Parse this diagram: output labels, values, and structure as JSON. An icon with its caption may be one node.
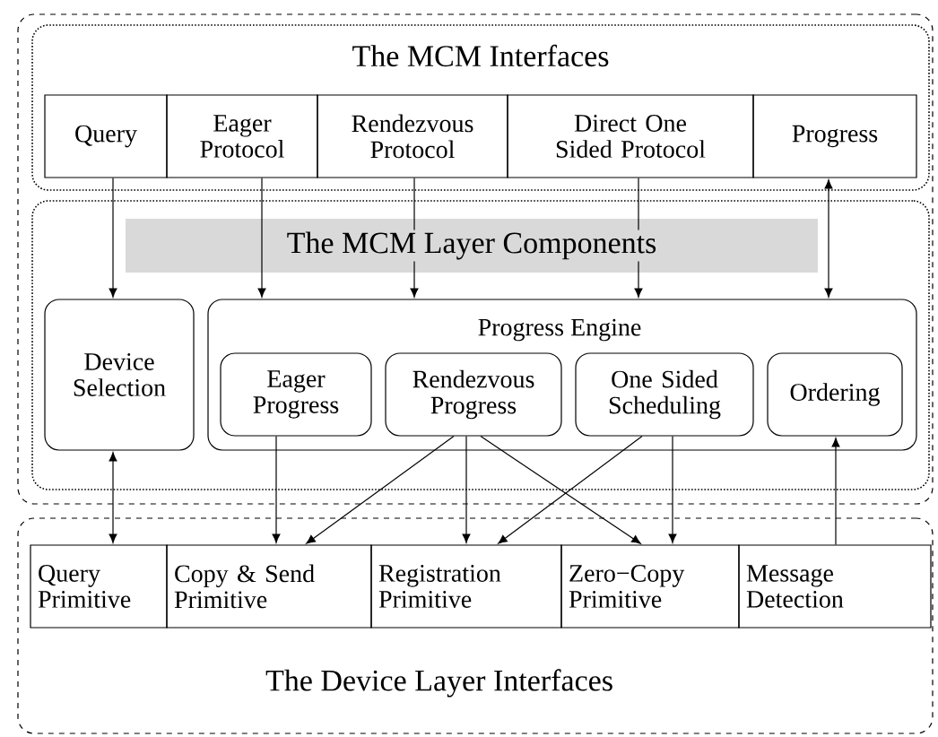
{
  "diagram": {
    "nodes": [
      {
        "text": [],
        "shape": "box"
      },
      {
        "text": [
          "The MCM Interfaces"
        ],
        "in": 0
      },
      {
        "text": [
          "Query"
        ],
        "in": 1
      },
      {
        "text": [
          "Eager Protocol"
        ],
        "in": 1
      },
      {
        "text": [
          "Rendezvous Protocol"
        ],
        "in": 1
      },
      {
        "text": [
          "Direct One Sided Protocol"
        ],
        "in": 1
      },
      {
        "text": [
          "Progress"
        ],
        "in": 1
      },
      {
        "text": [
          "The MCM Layer Components"
        ],
        "in": 0
      },
      {
        "text": [
          "Device Selection"
        ],
        "in": 7
      },
      {
        "text": [
          "Progress Engine"
        ],
        "in": 7
      },
      {
        "text": [
          "Eager Progress"
        ],
        "in": 9
      },
      {
        "text": [
          "Rendezvous Progress"
        ],
        "in": 9
      },
      {
        "text": [
          "One Sided Scheduling"
        ],
        "in": 9
      },
      {
        "text": [
          "Ordering"
        ],
        "in": 9
      },
      {
        "text": [
          "The Device Layer Interfaces"
        ]
      },
      {
        "text": [
          "Query Primitive"
        ],
        "in": 14
      },
      {
        "text": [
          "Copy & Send Primitive"
        ],
        "in": 14
      },
      {
        "text": [
          "Registration Primitive"
        ],
        "in": 14
      },
      {
        "text": [
          "Zero−Copy Primitive"
        ],
        "in": 14
      },
      {
        "text": [
          "Message Detection"
        ],
        "in": 14
      }
    ],
    "edges": [
      {
        "from": 2,
        "to": 8,
        "arrow": "to"
      },
      {
        "from": 3,
        "to": 9,
        "arrow": "to"
      },
      {
        "from": 4,
        "to": 9,
        "arrow": "to"
      },
      {
        "from": 5,
        "to": 9,
        "arrow": "to"
      },
      {
        "from": 6,
        "to": 9,
        "arrow": "both"
      },
      {
        "from": 8,
        "to": 15,
        "arrow": "both"
      },
      {
        "from": 10,
        "to": 16,
        "arrow": "to"
      },
      {
        "from": 11,
        "to": 16,
        "arrow": "to"
      },
      {
        "from": 11,
        "to": 17,
        "arrow": "to"
      },
      {
        "from": 11,
        "to": 18,
        "arrow": "to"
      },
      {
        "from": 12,
        "to": 17,
        "arrow": "to"
      },
      {
        "from": 12,
        "to": 18,
        "arrow": "to"
      },
      {
        "from": 19,
        "to": 13,
        "arrow": "to"
      }
    ]
  }
}
